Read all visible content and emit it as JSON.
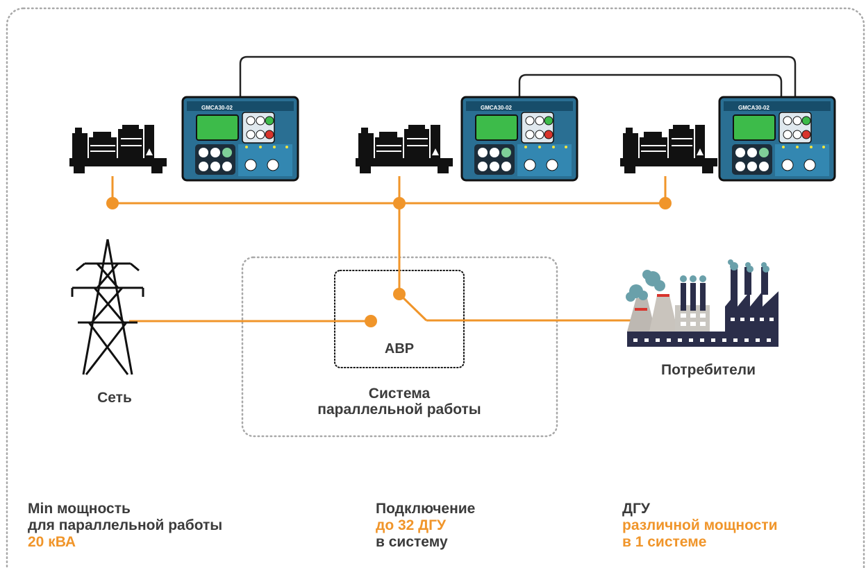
{
  "diagram": {
    "controller_model": "GMCA30-02",
    "avr_label": "АВР",
    "grid_label": "Сеть",
    "system_label_line1": "Система",
    "system_label_line2": "параллельной работы",
    "consumers_label": "Потребители"
  },
  "footer": {
    "col1": {
      "line1": "Min мощность",
      "line2": "для параллельной работы",
      "line3": "20 кВА"
    },
    "col2": {
      "line1": "Подключение",
      "line2": "до 32 ДГУ",
      "line3": "в систему"
    },
    "col3": {
      "line1": "ДГУ",
      "line2": "различной мощности",
      "line3": "в 1 системе"
    }
  },
  "colors": {
    "accent_orange": "#f0952a",
    "dark": "#1b1b1b",
    "panel_blue": "#2a6f93",
    "screen_green": "#3dbb4a",
    "factory_navy": "#2b2e4a",
    "smoke_teal": "#6aa0aa"
  }
}
